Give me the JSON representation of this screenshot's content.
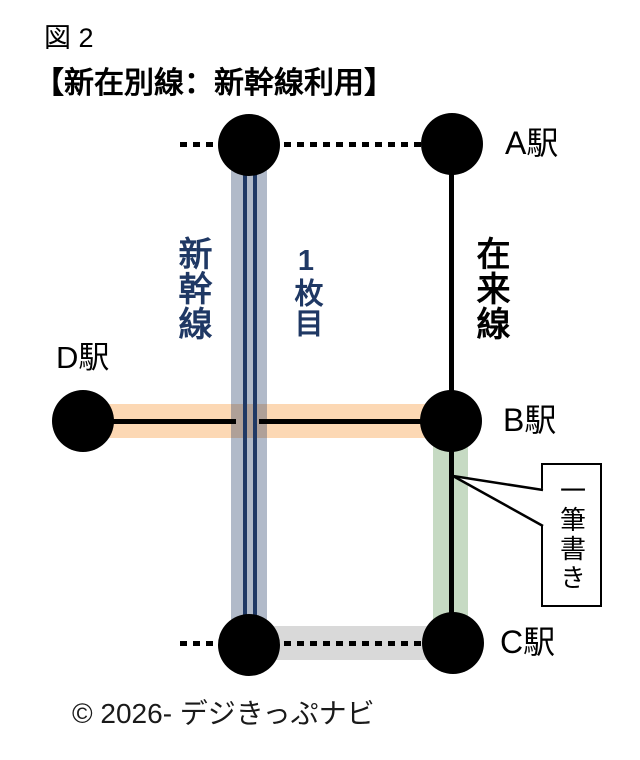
{
  "figure_label": "図 2",
  "title": "【新在別線：新幹線利用】",
  "stations": {
    "a": "A駅",
    "b": "B駅",
    "c": "C駅",
    "d": "D駅"
  },
  "labels": {
    "shinkansen": "新幹線",
    "ticket_1": "1枚目",
    "conventional": "在来線",
    "callout": "一筆書き"
  },
  "footer": {
    "copyright": "© 2026- デジきっぷナビ"
  },
  "colors": {
    "navy": "#1f3864",
    "shinkansen_band": "rgba(31,56,100,0.35)",
    "orange_band": "#fcd8b4",
    "green_band": "#c6dac3",
    "gray_band": "#d9d9d9",
    "line_black": "#000000"
  }
}
